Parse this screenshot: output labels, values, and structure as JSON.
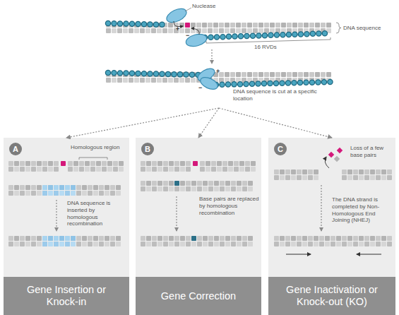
{
  "diagram": {
    "nodes": [
      {
        "text": [
          "DNA sequence is cut at a specific location"
        ]
      },
      {
        "text": [
          "Homologous region",
          "DNA sequence is inserted by homologous recombination"
        ]
      },
      {
        "text": [
          "A"
        ],
        "in": 1
      },
      {
        "text": [
          "Gene Insertion or Knock-in"
        ],
        "in": 1
      },
      {
        "text": [
          "Base pairs are replaced by homologous recombination"
        ]
      },
      {
        "text": [
          "B"
        ],
        "in": 4
      },
      {
        "text": [
          "Gene Correction"
        ],
        "in": 4
      },
      {
        "text": [
          "Loss of a few base pairs",
          "The DNA strand is completed by Non-Homologous End Joining (NHEJ)"
        ]
      },
      {
        "text": [
          "C"
        ],
        "in": 7
      },
      {
        "text": [
          "Gene Inactivation or Knock-out (KO)"
        ],
        "in": 7
      }
    ],
    "edges": [
      {
        "from": 0,
        "to": 1,
        "arrow": "to"
      },
      {
        "from": 0,
        "to": 4,
        "arrow": "to"
      },
      {
        "from": 0,
        "to": 7,
        "arrow": "to"
      }
    ],
    "labels": [
      "Nuclease",
      "+",
      "−",
      "DNA sequence",
      "16 RVDs",
      "+",
      "−"
    ]
  }
}
